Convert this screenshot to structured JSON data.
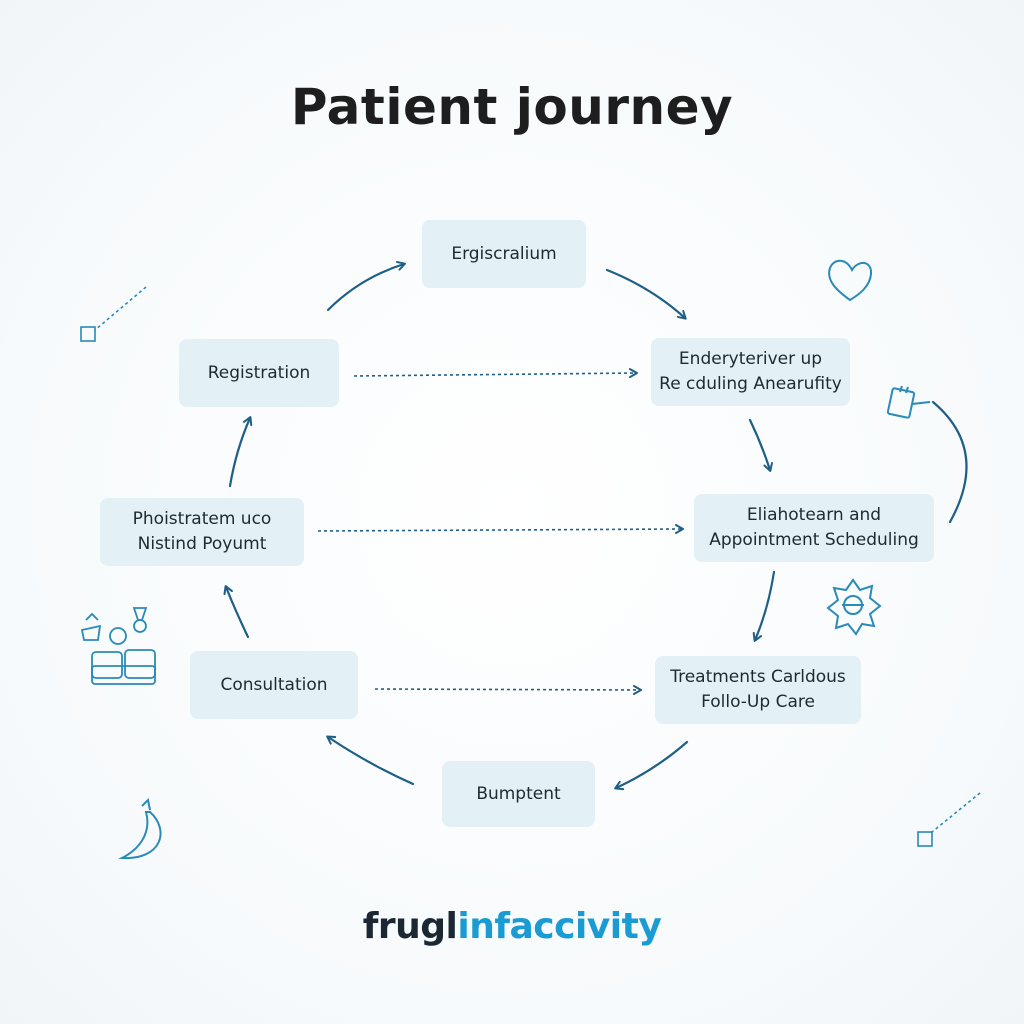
{
  "title": "Patient journey",
  "nodes": {
    "top": [
      "Ergiscralium"
    ],
    "registration": [
      "Registration"
    ],
    "right_upper": [
      "Enderyteriver up",
      "Re cduling Anearufity"
    ],
    "left_middle": [
      "Phoistratem uco",
      "Nistind Poyumt"
    ],
    "right_middle": [
      "Eliahotearn and",
      "Appointment Scheduling"
    ],
    "consultation": [
      "Consultation"
    ],
    "right_lower": [
      "Treatments Carldous",
      "Follo-Up Care"
    ],
    "bottom": [
      "Bumptent"
    ]
  },
  "brand": {
    "part1": "frugl",
    "part2": "infaccivity"
  },
  "colors": {
    "node_fill": "#e3f0f6",
    "arrow": "#1f5f85",
    "icon": "#2a8ab8",
    "brand_dark": "#1b2733",
    "brand_blue": "#1a9bd4"
  },
  "icons": [
    "heart-icon",
    "plug-icon",
    "gear-icon",
    "patients-icon",
    "moon-icon",
    "dotted-line-square-icon"
  ]
}
